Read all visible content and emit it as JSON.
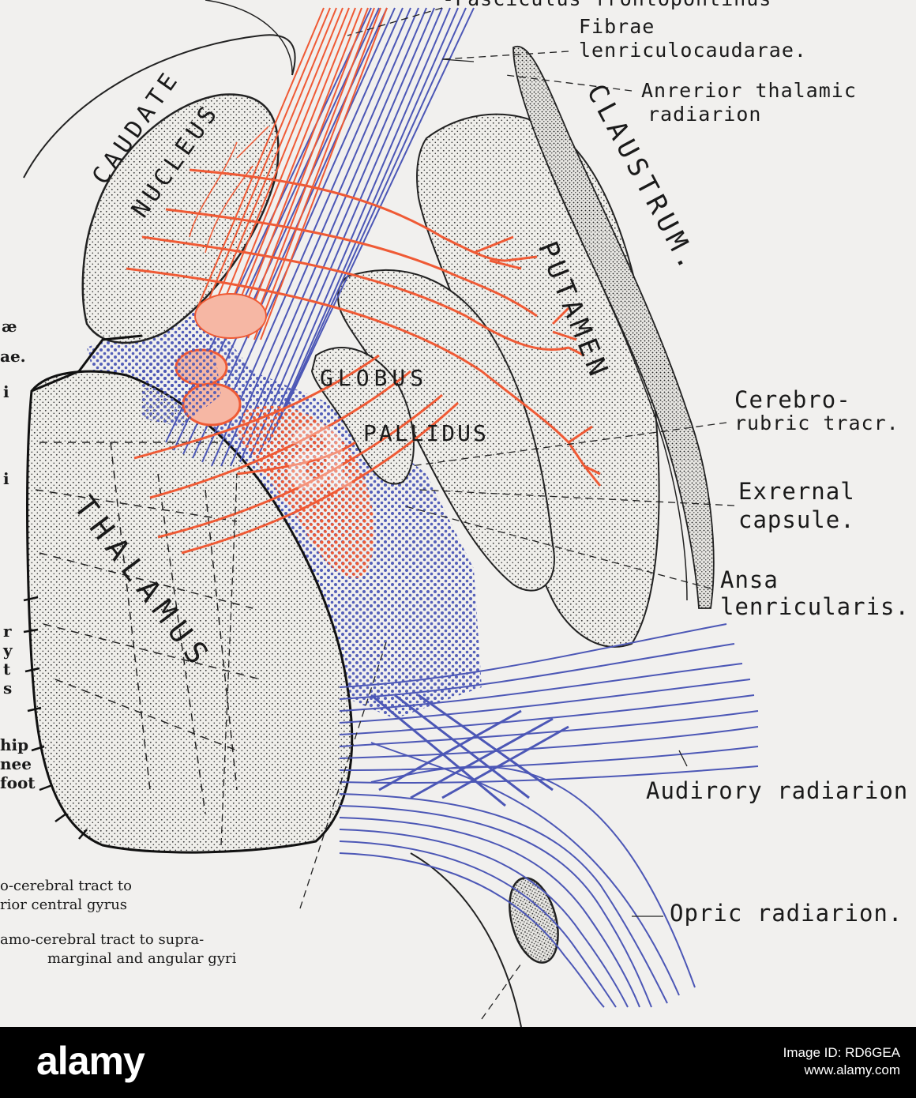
{
  "labels": {
    "fasciculus": "-Fasciculus frontopontinus",
    "fibrae_1": "Fibrae",
    "fibrae_2": "lenriculocaudarae.",
    "anterior_1": "Anrerior thalamic",
    "anterior_2": "radiarion",
    "cerebro_1": "Cerebro-",
    "cerebro_2": "rubric tracr.",
    "external_1": "Exrernal",
    "external_2": "capsule.",
    "ansa_1": "Ansa",
    "ansa_2": "lenricularis.",
    "auditory": "Audirory radiarion",
    "optic": "Opric radiarion."
  },
  "structures": {
    "caudate": "CAUDATE",
    "nucleus": "NUCLEUS",
    "claustrum": "CLAUSTRUM.",
    "putamen": "PUTAMEN",
    "globus": "GLOBUS",
    "pallidus": "PALLIDUS",
    "thalamus": "THALAMUS"
  },
  "left_edge": [
    "æ",
    "ae.",
    "i",
    "i",
    "r",
    "y",
    "t",
    "s",
    "hip",
    "nee",
    "foot"
  ],
  "bottom_notes": {
    "note1_l1": "o-cerebral tract to",
    "note1_l2": "rior central gyrus",
    "note2_l1": "amo-cerebral tract to supra-",
    "note2_l2": "marginal and angular gyri"
  },
  "colors": {
    "red": "#ef5a35",
    "blue": "#4c57b6",
    "stipple": "#2a2a2a",
    "background": "#f1f0ee"
  },
  "footer": {
    "brand": "alamy",
    "image_id_label": "Image ID: RD6GEA",
    "site": "www.alamy.com"
  }
}
